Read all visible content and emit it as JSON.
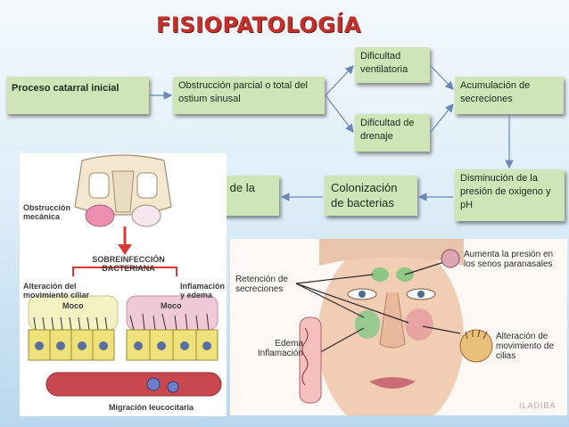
{
  "title": "FISIOPATOLOGÍA",
  "flow": {
    "n1": "Proceso catarral inicial",
    "n2": "Obstrucción parcial o total del ostium sinusal",
    "n3": "Dificultad ventilatoria",
    "n4": "Dificultad de drenaje",
    "n5": "Acumulación de secreciones",
    "n6": "Disminución de la presión de oxigeno y pH",
    "n7": "Colonización de bacterias",
    "n8": "Infección de la mucosa"
  },
  "left_image": {
    "obstruction": "Obstrucción mecánica",
    "superinfection": "SOBREINFECCIÓN BACTERIANA",
    "ciliary": "Alteración del movimiento ciliar",
    "inflammation": "Inflamación y edema",
    "moco1": "Moco",
    "moco2": "Moco",
    "migration": "Migración leucocitaria"
  },
  "right_image": {
    "retention": "Retención de secreciones",
    "edema": "Edema Inflamación",
    "pressure": "Aumenta la presión en los senos paranasales",
    "cilia": "Alteración de movimiento de cilias",
    "watermark": "ILADIBA"
  },
  "colors": {
    "title": "#c0312b",
    "box": "#cfe5b8",
    "arrow": "#6a87b6"
  }
}
